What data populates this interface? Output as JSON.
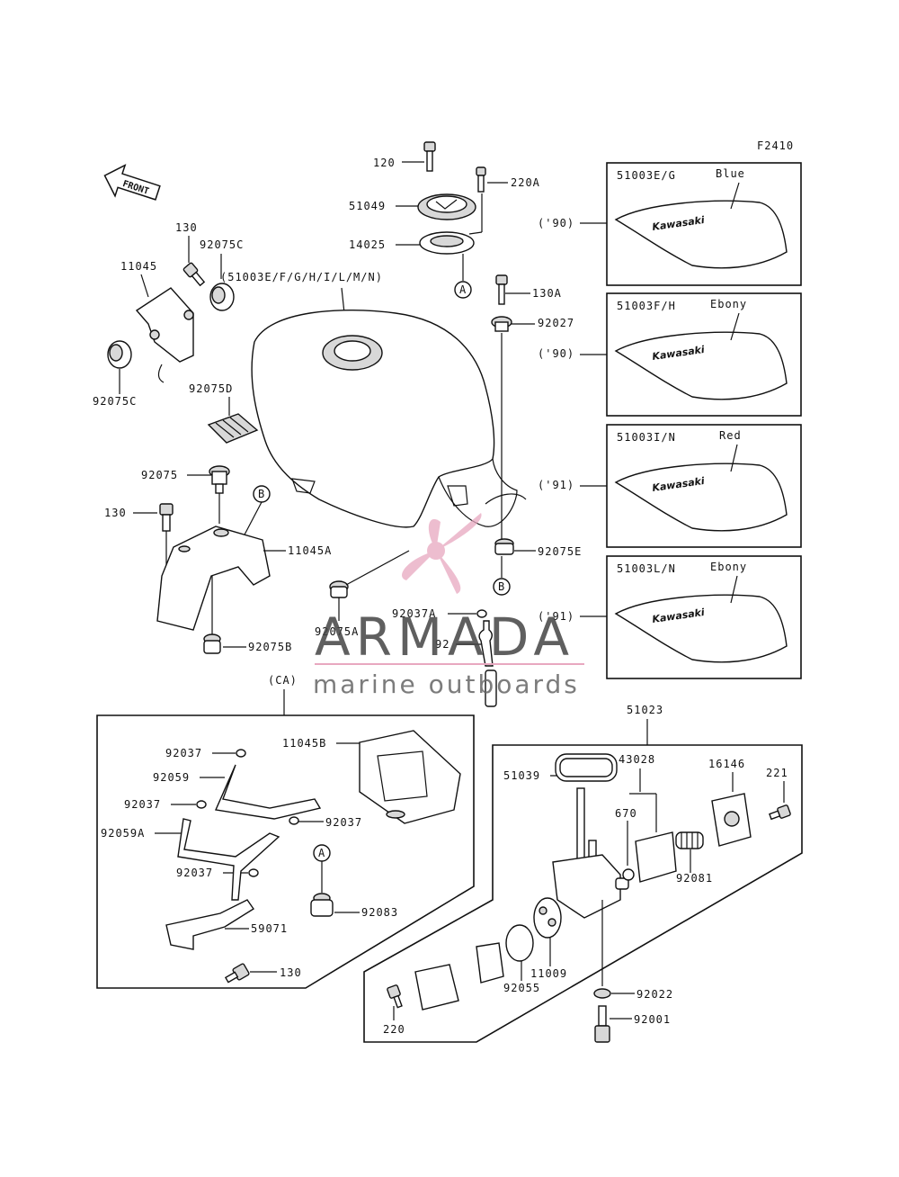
{
  "figure_code": "F2410",
  "front_label": "FRONT",
  "tank_group_label": "(51003E/F/G/H/I/L/M/N)",
  "ca_label": "(CA)",
  "cock_group_label": "51023",
  "tank_brand_text": "Kawasaki",
  "circle_a": "A",
  "circle_b": "B",
  "variants": [
    {
      "code": "51003E/G",
      "color": "Blue",
      "year": "('90)"
    },
    {
      "code": "51003F/H",
      "color": "Ebony",
      "year": "('90)"
    },
    {
      "code": "51003I/N",
      "color": "Red",
      "year": "('91)"
    },
    {
      "code": "51003L/N",
      "color": "Ebony",
      "year": "('91)"
    }
  ],
  "parts": {
    "p120": "120",
    "p51049": "51049",
    "p220A": "220A",
    "p14025": "14025",
    "p130A": "130A",
    "p92027": "92027",
    "p130_top": "130",
    "p92075C_top": "92075C",
    "p11045": "11045",
    "p92075C_bot": "92075C",
    "p92075D": "92075D",
    "p92075": "92075",
    "p130_left": "130",
    "p11045A": "11045A",
    "p92075B": "92075B",
    "p92075E": "92075E",
    "p92075A": "92075A",
    "p92037A": "92037A",
    "p92_mid": "92",
    "ca_92037_1": "92037",
    "ca_92059": "92059",
    "ca_92037_2": "92037",
    "ca_92059A": "92059A",
    "ca_92037_3": "92037",
    "ca_92037_4": "92037",
    "ca_11045B": "11045B",
    "ca_92083": "92083",
    "ca_59071": "59071",
    "ca_130": "130",
    "c51039": "51039",
    "c43028": "43028",
    "c670": "670",
    "c16146": "16146",
    "c221": "221",
    "c92081": "92081",
    "c11009": "11009",
    "c92055": "92055",
    "c220": "220",
    "c92022": "92022",
    "c92001": "92001"
  },
  "watermark": {
    "name": "ARMADA",
    "tagline": "marine outboards",
    "accent": "#e8a8c0"
  }
}
